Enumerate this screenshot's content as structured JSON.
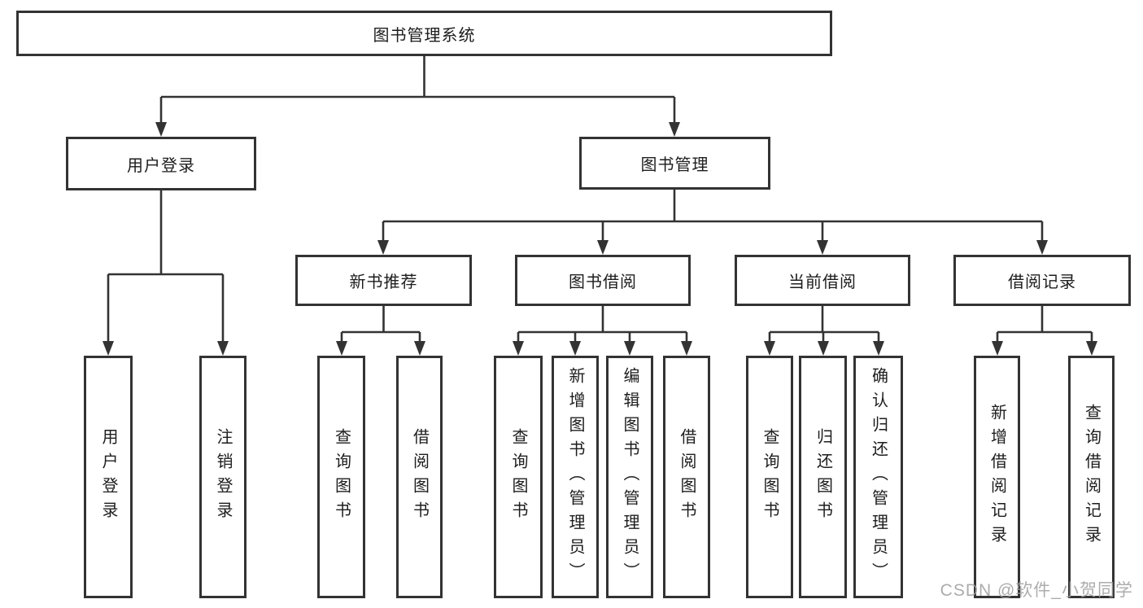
{
  "nodes": {
    "root": "图书管理系统",
    "login": "用户登录",
    "mgmt": "图书管理",
    "rec": "新书推荐",
    "borrow": "图书借阅",
    "current": "当前借阅",
    "records": "借阅记录",
    "leaf_user_login": "用户登录",
    "leaf_logout": "注销登录",
    "leaf_rec_query": "查询图书",
    "leaf_rec_borrow": "借阅图书",
    "leaf_bor_query": "查询图书",
    "leaf_bor_add": "新增图书（管理员）",
    "leaf_bor_edit": "编辑图书（管理员）",
    "leaf_bor_borrow": "借阅图书",
    "leaf_cur_query": "查询图书",
    "leaf_cur_return": "归还图书",
    "leaf_cur_confirm": "确认归还（管理员）",
    "leaf_recd_add": "新增借阅记录",
    "leaf_recd_query": "查询借阅记录"
  },
  "hierarchy": {
    "root": "图书管理系统",
    "children": [
      {
        "label": "用户登录",
        "children": [
          "用户登录",
          "注销登录"
        ]
      },
      {
        "label": "图书管理",
        "children": [
          {
            "label": "新书推荐",
            "children": [
              "查询图书",
              "借阅图书"
            ]
          },
          {
            "label": "图书借阅",
            "children": [
              "查询图书",
              "新增图书（管理员）",
              "编辑图书（管理员）",
              "借阅图书"
            ]
          },
          {
            "label": "当前借阅",
            "children": [
              "查询图书",
              "归还图书",
              "确认归还（管理员）"
            ]
          },
          {
            "label": "借阅记录",
            "children": [
              "新增借阅记录",
              "查询借阅记录"
            ]
          }
        ]
      }
    ]
  },
  "watermark": "CSDN @软件_小贺同学",
  "colors": {
    "line": "#333333",
    "text": "#1d1d1d",
    "background": "#ffffff",
    "watermark": "#9e9e9e"
  }
}
